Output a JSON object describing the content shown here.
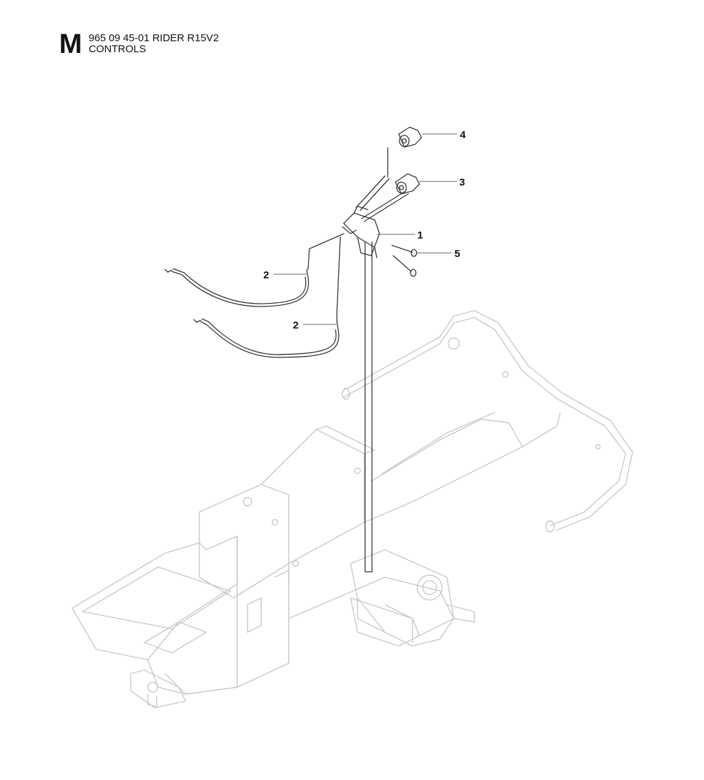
{
  "header": {
    "section_letter": "M",
    "model_line": "965 09 45-01 RIDER R15V2",
    "section_title": "CONTROLS"
  },
  "callouts": [
    {
      "id": "c4",
      "number": "4"
    },
    {
      "id": "c3",
      "number": "3"
    },
    {
      "id": "c1",
      "number": "1"
    },
    {
      "id": "c5",
      "number": "5"
    },
    {
      "id": "c2a",
      "number": "2"
    },
    {
      "id": "c2b",
      "number": "2"
    }
  ],
  "colors": {
    "parts": "#333333",
    "frame": "#c8c8c8",
    "leader": "#666666"
  }
}
